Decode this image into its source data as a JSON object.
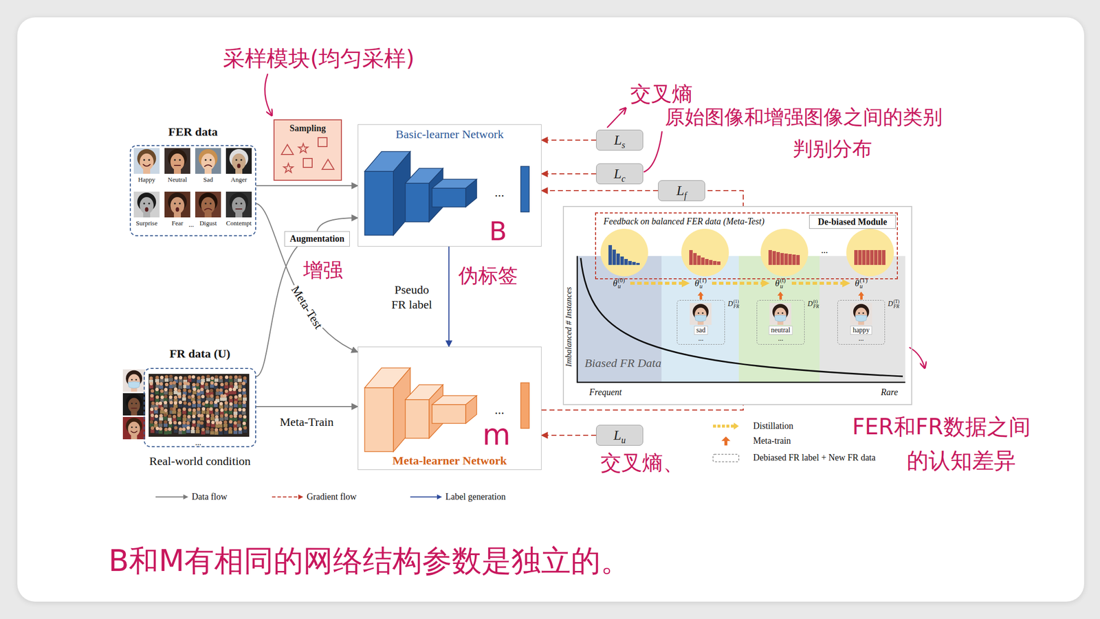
{
  "diagram": {
    "nodes": [
      {
        "text": [
          "FER data"
        ]
      },
      {
        "text": [
          "Happy"
        ],
        "in": 0
      },
      {
        "text": [
          "Neutral"
        ],
        "in": 0
      },
      {
        "text": [
          "Sad"
        ],
        "in": 0
      },
      {
        "text": [
          "Anger"
        ],
        "in": 0
      },
      {
        "text": [
          "Surprise"
        ],
        "in": 0
      },
      {
        "text": [
          "Fear"
        ],
        "in": 0
      },
      {
        "text": [
          "Digust"
        ],
        "in": 0
      },
      {
        "text": [
          "Contempt"
        ],
        "in": 0
      },
      {
        "text": [
          "Sampling"
        ]
      },
      {
        "text": [
          "Basic-learner Network"
        ]
      },
      {
        "text": [
          "Augmentation"
        ]
      },
      {
        "text": [
          "FR data (U)",
          "Real-world condition"
        ]
      },
      {
        "text": [
          "Meta-learner Network"
        ]
      },
      {
        "text": [
          "L",
          "s"
        ]
      },
      {
        "text": [
          "L",
          "c"
        ]
      },
      {
        "text": [
          "L",
          "f"
        ]
      },
      {
        "text": [
          "De-biased Module"
        ]
      },
      {
        "text": [
          "Feedback on balanced FER data (Meta-Test)"
        ],
        "in": 17
      },
      {
        "text": [
          "sad",
          "..."
        ],
        "in": 17
      },
      {
        "text": [
          "neutral",
          "..."
        ],
        "in": 17
      },
      {
        "text": [
          "happy",
          "..."
        ],
        "in": 17
      },
      {
        "text": [
          "L",
          "u"
        ]
      }
    ],
    "edges": [
      {
        "from": 0,
        "to": 10,
        "arrow": "to"
      },
      {
        "from": 0,
        "to": 13,
        "label": "Meta-Test",
        "arrow": "to"
      },
      {
        "from": 12,
        "to": 11,
        "arrow": "none"
      },
      {
        "from": 11,
        "to": 10,
        "arrow": "to"
      },
      {
        "from": 12,
        "to": 13,
        "label": "Meta-Train",
        "arrow": "to"
      },
      {
        "from": 10,
        "to": 13,
        "label": "Pseudo FR label",
        "arrow": "to"
      },
      {
        "from": 14,
        "to": 10,
        "arrow": "to"
      },
      {
        "from": 15,
        "to": 10,
        "arrow": "to"
      },
      {
        "from": 13,
        "to": 16,
        "arrow": "none"
      },
      {
        "from": 16,
        "to": 10,
        "arrow": "to"
      },
      {
        "from": 22,
        "to": 13,
        "arrow": "to"
      }
    ],
    "labels": [
      "...",
      "...",
      "...",
      "...",
      "Imbalanced # Instances",
      "Biased FR Data",
      "Frequent",
      "Rare",
      "...",
      "θ",
      "u",
      "(0)",
      "θ",
      "u",
      "(1)",
      "θ",
      "u",
      "(t)",
      "θ",
      "u",
      "(T)",
      "D",
      "FR",
      "(1)",
      "D",
      "FR",
      "(t)",
      "D",
      "FR",
      "(T)",
      "采样模块(均匀采样)",
      "交叉熵",
      "原始图像和增强图像之间的类别",
      "判别分布",
      "增强",
      "B",
      "伪标签",
      "m",
      "交叉熵、",
      "FER和FR数据之间",
      "的认知差异",
      "B和M有相同的网络结构参数是独立的。"
    ],
    "legend": [
      {
        "text": "Distillation"
      },
      {
        "text": "Meta-train"
      },
      {
        "text": "Debiased FR label + New FR data"
      },
      {
        "text": "Data flow"
      },
      {
        "text": "Gradient flow"
      },
      {
        "text": "Label generation"
      }
    ]
  }
}
